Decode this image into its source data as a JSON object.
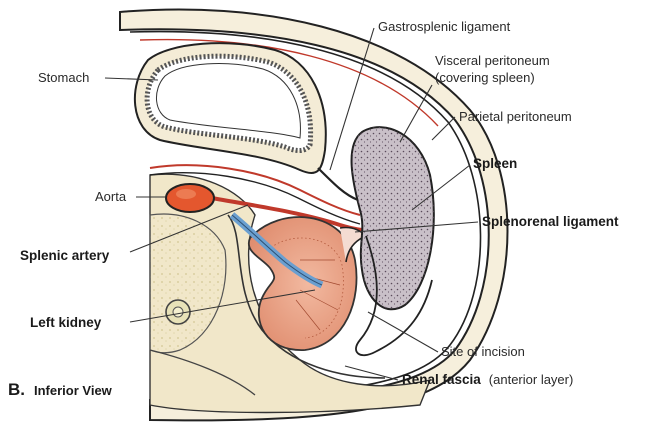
{
  "labels": {
    "stomach": "Stomach",
    "aorta": "Aorta",
    "splenic_artery": "Splenic artery",
    "left_kidney": "Left kidney",
    "gastrosplenic_ligament": "Gastrosplenic ligament",
    "visceral_peritoneum_1": "Visceral peritoneum",
    "visceral_peritoneum_2": "(covering spleen)",
    "parietal_peritoneum": "Parietal peritoneum",
    "spleen": "Spleen",
    "splenorenal_ligament": "Splenorenal ligament",
    "site_of_incision": "Site of incision",
    "renal_fascia": "Renal fascia",
    "renal_fascia_note": "(anterior layer)"
  },
  "caption": {
    "letter": "B.",
    "text": "Inferior View"
  },
  "colors": {
    "kidney": "#e9a58a",
    "aorta": "#e4572e",
    "spleen": "#c9c0c8",
    "renal_vessel": "#6a9fd0",
    "body_wall": "#f1e7c9",
    "peritoneum_line": "#c0392b"
  }
}
